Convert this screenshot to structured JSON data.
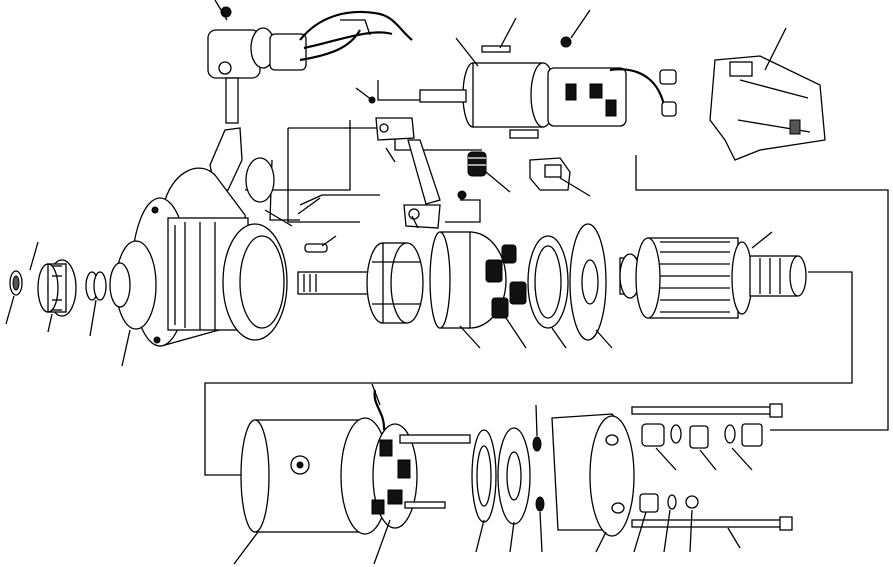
{
  "diagram": {
    "type": "exploded-parts-view",
    "subject": "starter-motor",
    "line_color": "#000000",
    "background": "#ffffff",
    "callout_leaders": 38,
    "printed_text": []
  }
}
